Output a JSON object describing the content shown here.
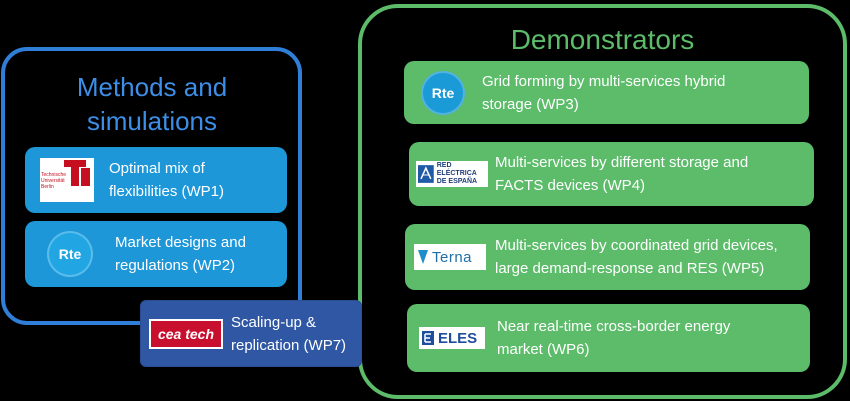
{
  "methods": {
    "title": "Methods and simulations",
    "cards": [
      {
        "logo": "tu-berlin-logo",
        "logo_text": "Technische Universität Berlin",
        "text": "Optimal mix of flexibilities (WP1)"
      },
      {
        "logo": "rte-logo",
        "logo_text": "Rte",
        "text": "Market designs and regulations (WP2)"
      }
    ]
  },
  "scaling": {
    "logo": "cea-tech-logo",
    "logo_text": "cea tech",
    "text": "Scaling-up & replication (WP7)"
  },
  "demonstrators": {
    "title": "Demonstrators",
    "cards": [
      {
        "logo": "rte-logo",
        "logo_text": "Rte",
        "text": "Grid forming by multi-services hybrid storage (WP3)"
      },
      {
        "logo": "red-electrica-logo",
        "logo_text": "RED ELÉCTRICA DE ESPAÑA",
        "text": "Multi-services by different storage and FACTS devices (WP4)"
      },
      {
        "logo": "terna-logo",
        "logo_text": "Terna",
        "text": "Multi-services by coordinated grid devices, large demand-response and RES (WP5)"
      },
      {
        "logo": "eles-logo",
        "logo_text": "ELES",
        "text": "Near real-time cross-border energy market (WP6)"
      }
    ]
  },
  "colors": {
    "blue": "#1d97d8",
    "green": "#5cbc6a",
    "navy": "#2f57a4",
    "border_blue": "#2f7fd8"
  }
}
